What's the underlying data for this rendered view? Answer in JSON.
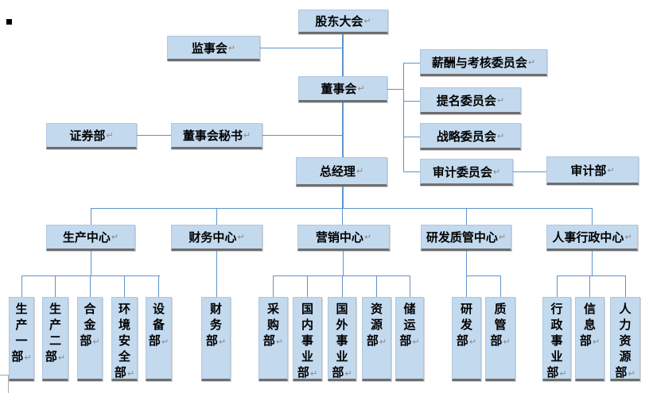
{
  "return_mark": "↵",
  "colors": {
    "box_fill": "#c3d9ee",
    "box_border": "#aec7df",
    "box_shadow": "#6e6e6e",
    "line": "#5e94c9",
    "return_color": "#8a8a8a",
    "corner": "#a9a9a9"
  },
  "nodes": {
    "shareholders_meeting": "股东大会",
    "supervisory_board": "监事会",
    "board_of_directors": "董事会",
    "remuneration_assessment_committee": "薪酬与考核委员会",
    "nomination_committee": "提名委员会",
    "strategy_committee": "战略委员会",
    "audit_committee": "审计委员会",
    "audit_department": "审计部",
    "securities_department": "证券部",
    "board_secretary": "董事会秘书",
    "general_manager": "总经理",
    "production_center": "生产中心",
    "finance_center": "财务中心",
    "marketing_center": "营销中心",
    "rd_quality_center": "研发质管中心",
    "hr_admin_center": "人事行政中心",
    "production_dept_1": "生产一部",
    "production_dept_2": "生产二部",
    "alloy_dept": "合金部",
    "environment_safety_dept": "环境安全部",
    "equipment_dept": "设备部",
    "finance_dept": "财务部",
    "purchasing_dept": "采购部",
    "domestic_business_dept": "国内事业部",
    "overseas_business_dept": "国外事业部",
    "resources_dept": "资源部",
    "storage_transport_dept": "储运部",
    "rd_dept": "研发部",
    "quality_dept": "质管部",
    "admin_business_dept": "行政事业部",
    "information_dept": "信息部",
    "hr_dept": "人力资源部"
  }
}
